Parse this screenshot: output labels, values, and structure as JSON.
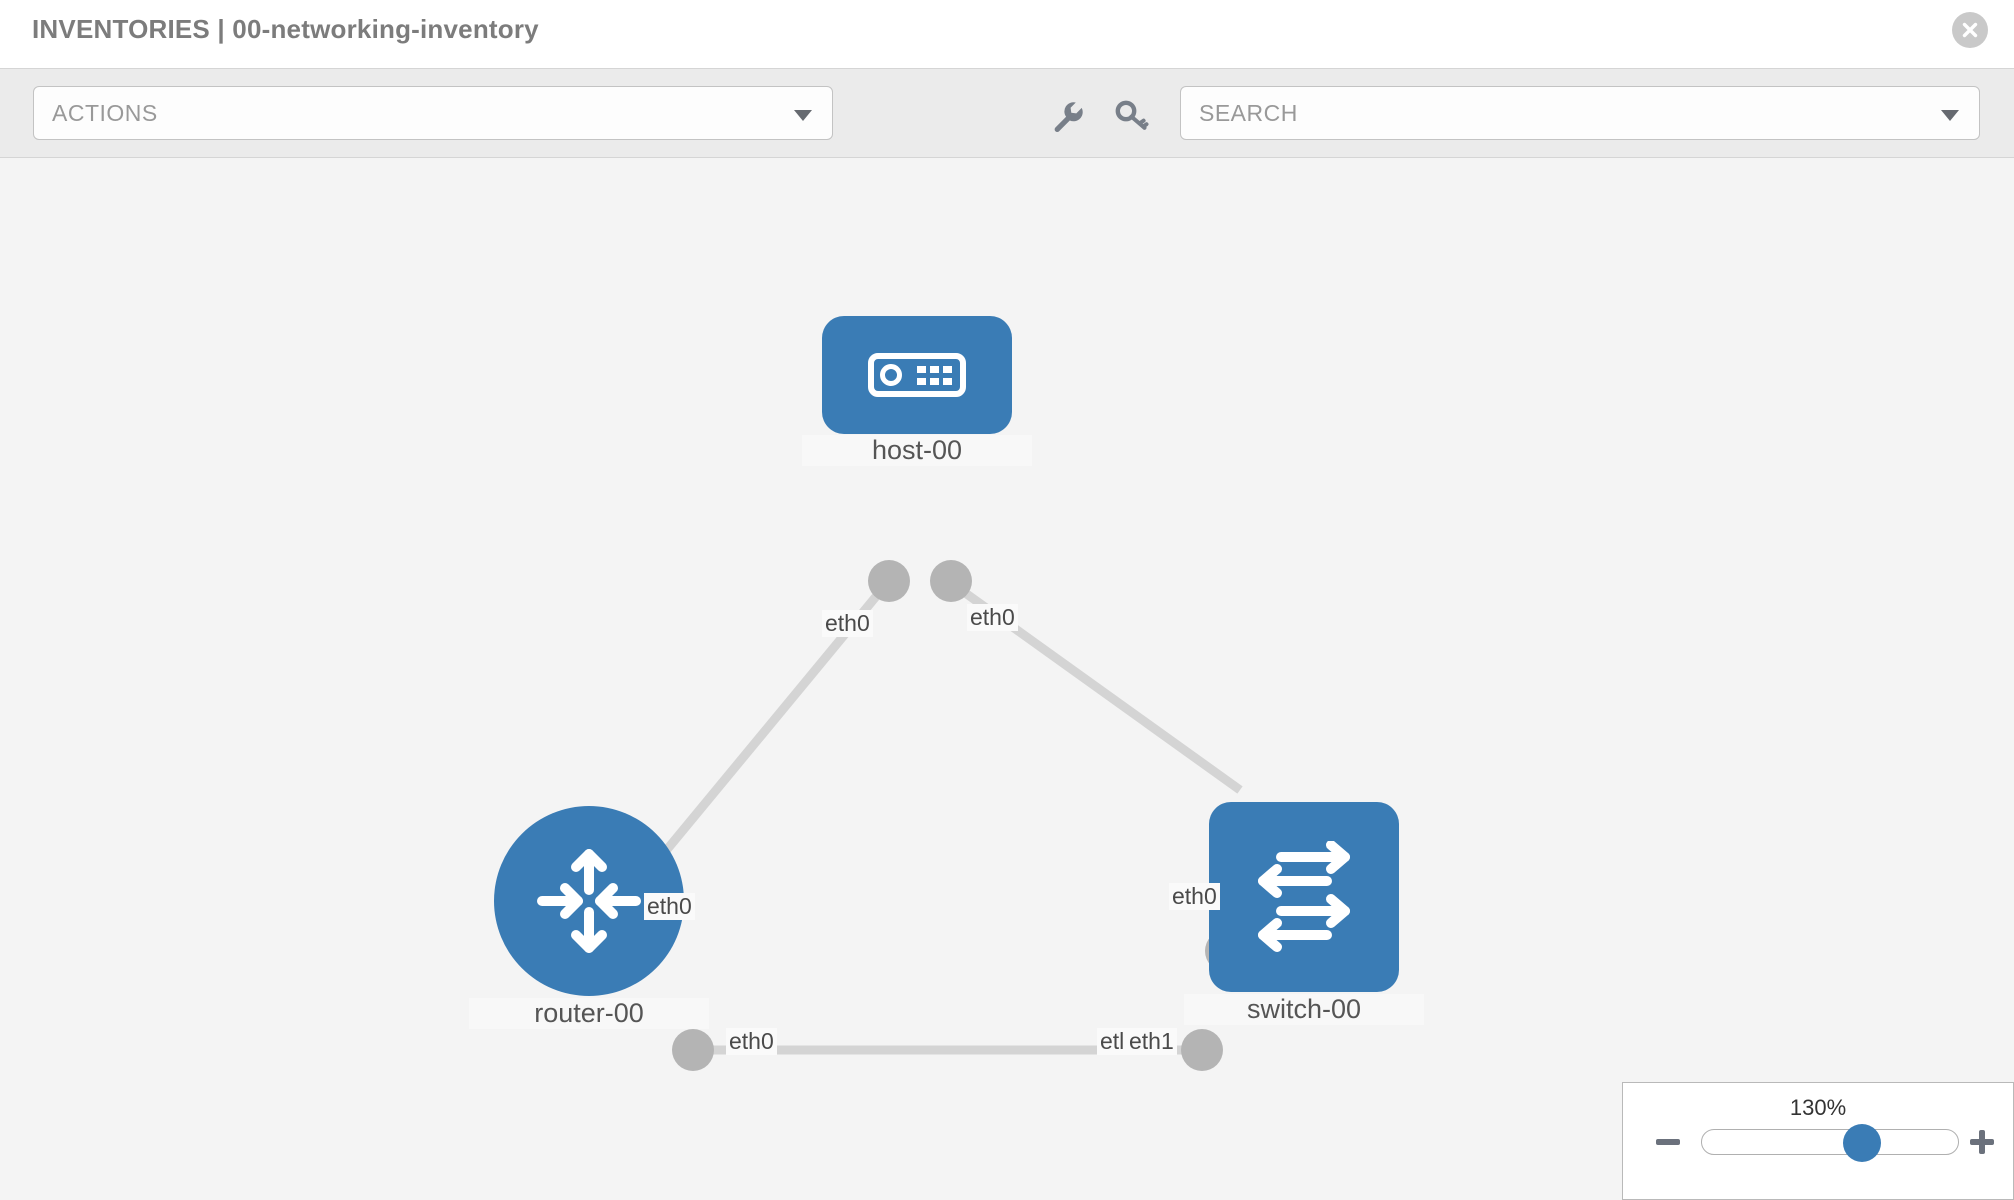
{
  "header": {
    "title": "INVENTORIES | 00-networking-inventory",
    "close_icon": "close-circle-icon"
  },
  "toolbar": {
    "actions_label": "ACTIONS",
    "actions_caret": "chevron-down-icon",
    "wrench_icon": "wrench-icon",
    "key_icon": "key-icon",
    "search_placeholder": "SEARCH",
    "search_value": "",
    "search_caret": "chevron-down-icon"
  },
  "topology": {
    "nodes": [
      {
        "id": "host-00",
        "label": "host-00",
        "type": "host",
        "icon": "server-device-icon",
        "shape": "rounded",
        "color": "#3a7cb5"
      },
      {
        "id": "router-00",
        "label": "router-00",
        "type": "router",
        "icon": "router-arrows-icon",
        "shape": "circle",
        "color": "#3a7cb5"
      },
      {
        "id": "switch-00",
        "label": "switch-00",
        "type": "switch",
        "icon": "switch-arrows-icon",
        "shape": "rounded",
        "color": "#3a7cb5"
      }
    ],
    "links": [
      {
        "from": "host-00",
        "to": "router-00",
        "from_interface": "eth0",
        "to_interface": "eth0"
      },
      {
        "from": "host-00",
        "to": "switch-00",
        "from_interface": "eth0",
        "to_interface": "eth0"
      },
      {
        "from": "router-00",
        "to": "switch-00",
        "from_interface": "eth0",
        "to_interface": "eth1"
      }
    ],
    "interface_labels": {
      "host_left": "eth0",
      "host_right": "eth0",
      "router_up": "eth0",
      "switch_up": "eth0",
      "router_right": "eth0",
      "switch_left_overlap": "etl",
      "switch_left": "eth1"
    }
  },
  "zoom_control": {
    "level": "130%",
    "minus_icon": "minus-icon",
    "plus_icon": "plus-icon",
    "handle_position_percent": 62
  }
}
